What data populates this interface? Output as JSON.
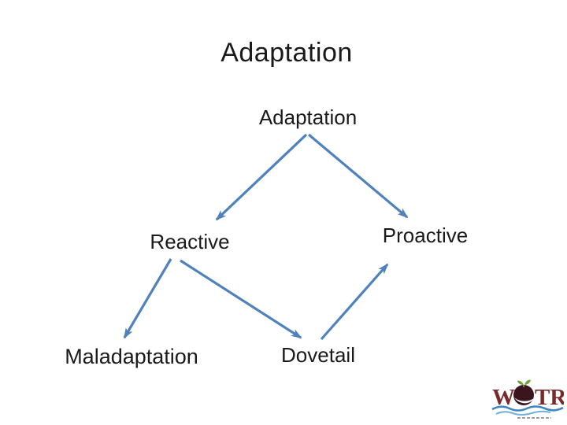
{
  "slide": {
    "title": "Adaptation",
    "background_color": "#ffffff",
    "text_color": "#1a1a1a"
  },
  "diagram": {
    "arrow_color": "#4f81bd",
    "nodes": [
      {
        "id": "adaptation",
        "label": "Adaptation"
      },
      {
        "id": "reactive",
        "label": "Reactive"
      },
      {
        "id": "proactive",
        "label": "Proactive"
      },
      {
        "id": "maladaptation",
        "label": "Maladaptation"
      },
      {
        "id": "dovetail",
        "label": "Dovetail"
      }
    ],
    "edges": [
      {
        "from": "adaptation",
        "to": "reactive"
      },
      {
        "from": "adaptation",
        "to": "proactive"
      },
      {
        "from": "reactive",
        "to": "maladaptation"
      },
      {
        "from": "reactive",
        "to": "dovetail"
      },
      {
        "from": "dovetail",
        "to": "proactive"
      }
    ]
  },
  "logo": {
    "text_left": "W",
    "text_right": "TR",
    "colors": {
      "letters": "#7b2a2a",
      "fruit": "#3a151e",
      "leaf": "#6da53a",
      "wave": "#3d86c0"
    }
  }
}
